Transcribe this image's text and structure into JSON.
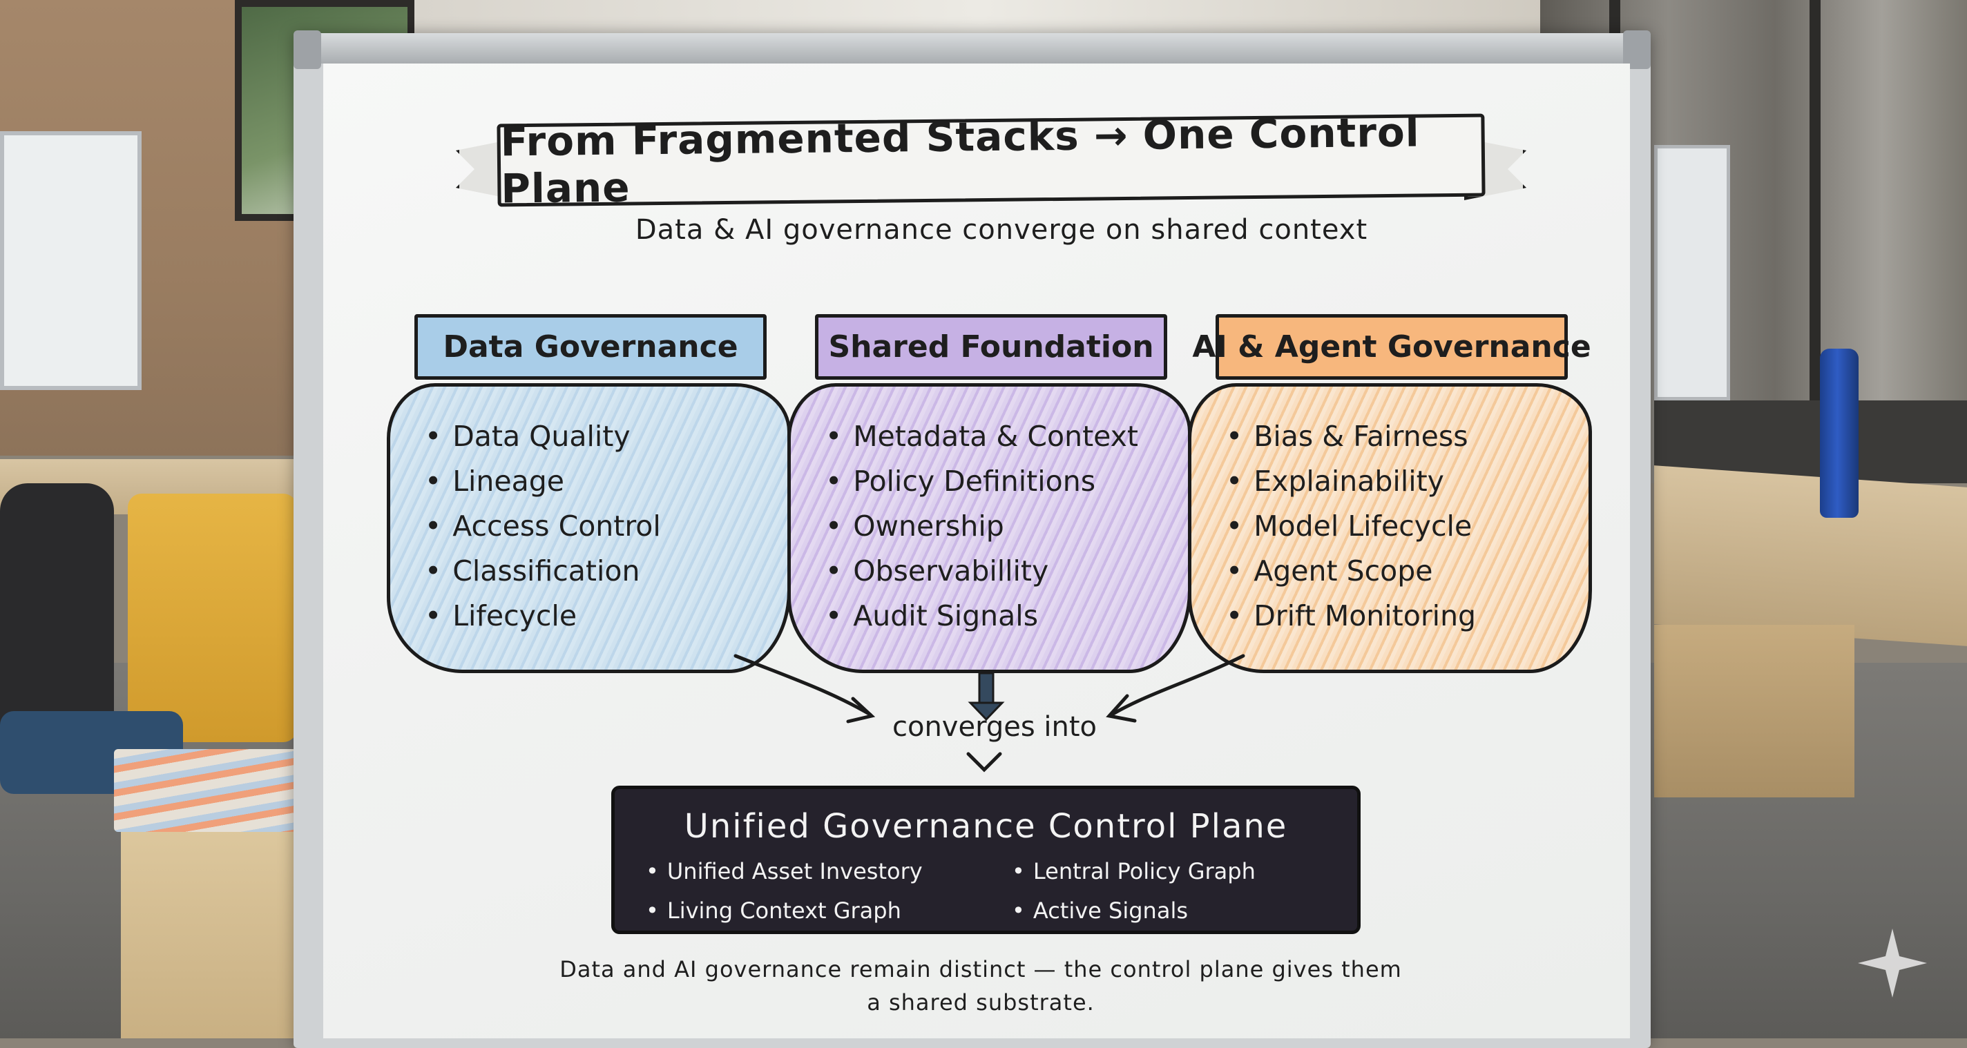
{
  "title": "From Fragmented Stacks → One Control Plane",
  "subtitle": "Data & AI governance converge on shared context",
  "columns": [
    {
      "name": "Data Governance",
      "color": "#a9cde8",
      "items": [
        "Data Quality",
        "Lineage",
        "Access Control",
        "Classification",
        "Lifecycle"
      ]
    },
    {
      "name": "Shared Foundation",
      "color": "#c6b1e4",
      "items": [
        "Metadata & Context",
        "Policy Definitions",
        "Ownership",
        "Observabillity",
        "Audit Signals"
      ]
    },
    {
      "name": "AI & Agent Governance",
      "color": "#f7b77d",
      "items": [
        "Bias & Fairness",
        "Explainability",
        "Model Lifecycle",
        "Agent Scope",
        "Drift Monitoring"
      ]
    }
  ],
  "converge_label": "converges into",
  "control_plane": {
    "title": "Unified Governance Control Plane",
    "items": [
      "Unified Asset Investory",
      "Lentral Policy Graph",
      "Living Context Graph",
      "Active Signals"
    ]
  },
  "footer": "Data and AI governance remain distinct — the control plane gives them a shared substrate.",
  "icons": [
    "sparkle-icon"
  ]
}
